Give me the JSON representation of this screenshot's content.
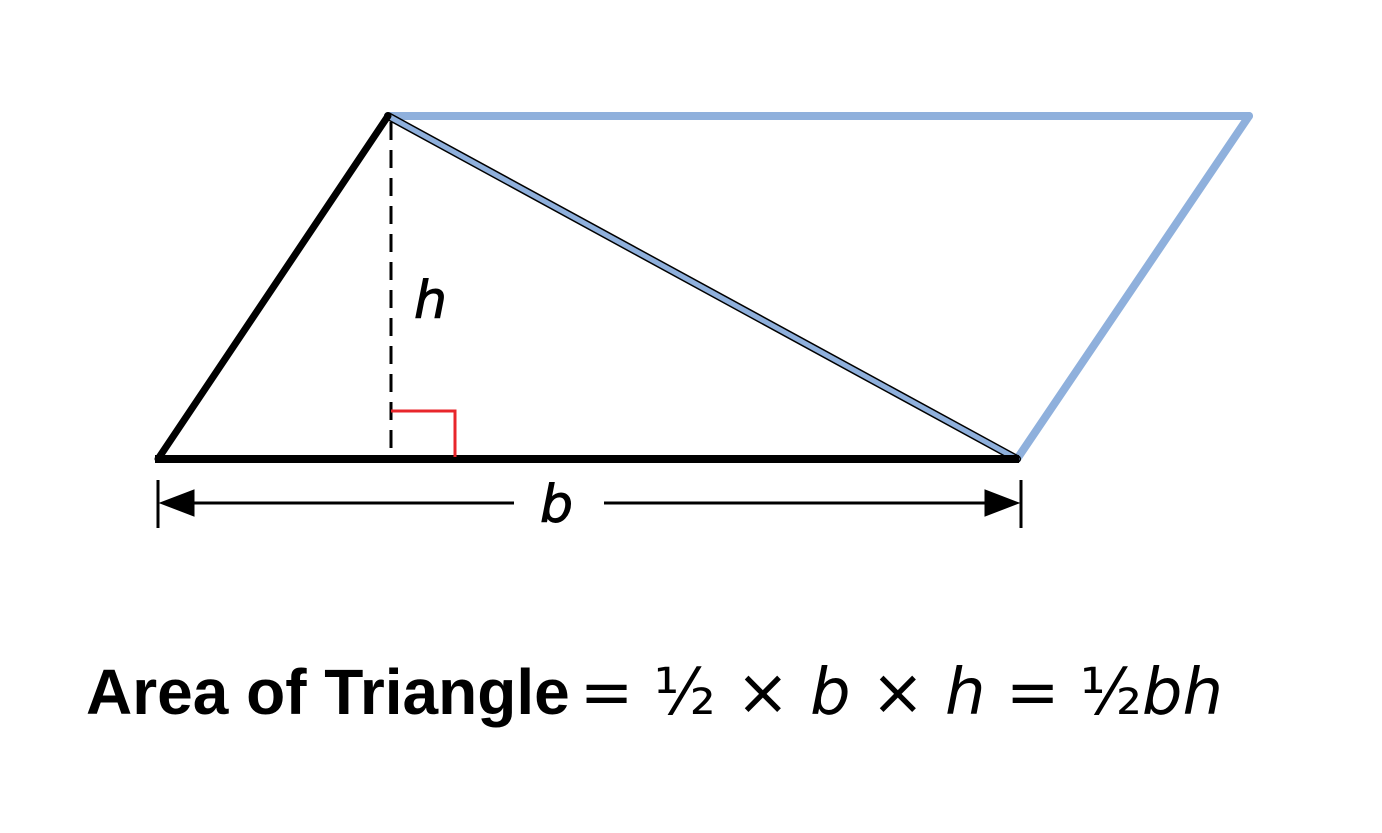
{
  "diagram": {
    "height_label": "h",
    "base_label": "b",
    "colors": {
      "triangle": "#000000",
      "parallelogram": "#8fb0dc",
      "right_angle": "#e8262b"
    }
  },
  "formula": {
    "label": "Area of Triangle",
    "eq1": "=",
    "half1": "½",
    "times1": "×",
    "var_b": "b",
    "times2": "×",
    "var_h": "h",
    "eq2": "=",
    "half2": "½",
    "var_bh": "bh"
  }
}
